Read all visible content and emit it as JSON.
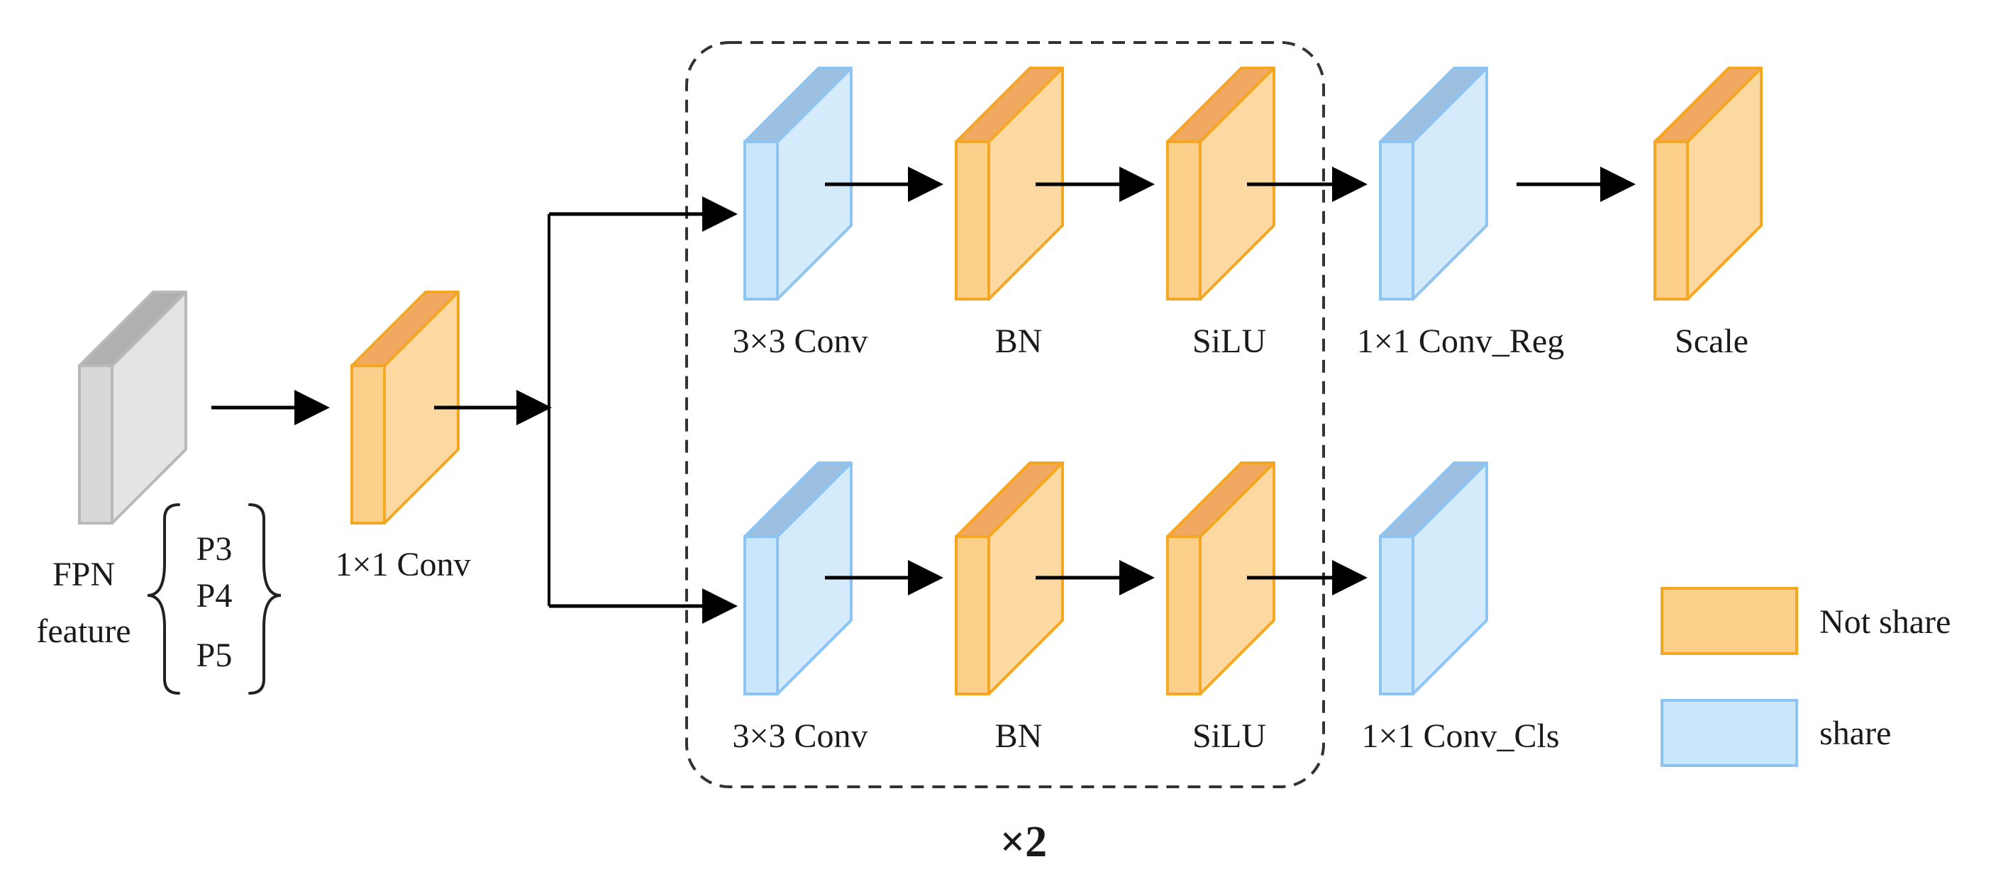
{
  "colors": {
    "not_share_front": "#fcd08b",
    "not_share_side": "#fcd9a1",
    "not_share_top": "#f1a860",
    "not_share_stroke": "#f5a623",
    "share_front": "#c9e6fb",
    "share_side": "#d4ebfb",
    "share_top": "#9dbfe0",
    "share_stroke": "#8ec4f2",
    "input_front": "#d8d8d8",
    "input_side": "#e4e4e4",
    "input_top": "#b0b0b0",
    "input_stroke": "#b8b8b8"
  },
  "input": {
    "label_line1": "FPN",
    "label_line2": "feature",
    "levels": [
      "P3",
      "P4",
      "P5"
    ]
  },
  "stem": {
    "label": "1×1 Conv"
  },
  "reg_branch": {
    "conv_label": "3×3 Conv",
    "bn_label": "BN",
    "act_label": "SiLU",
    "head_label": "1×1 Conv_Reg",
    "scale_label": "Scale"
  },
  "cls_branch": {
    "conv_label": "3×3 Conv",
    "bn_label": "BN",
    "act_label": "SiLU",
    "head_label": "1×1 Conv_Cls"
  },
  "repeat_label": "×2",
  "legend": {
    "not_share": "Not share",
    "share": "share"
  }
}
